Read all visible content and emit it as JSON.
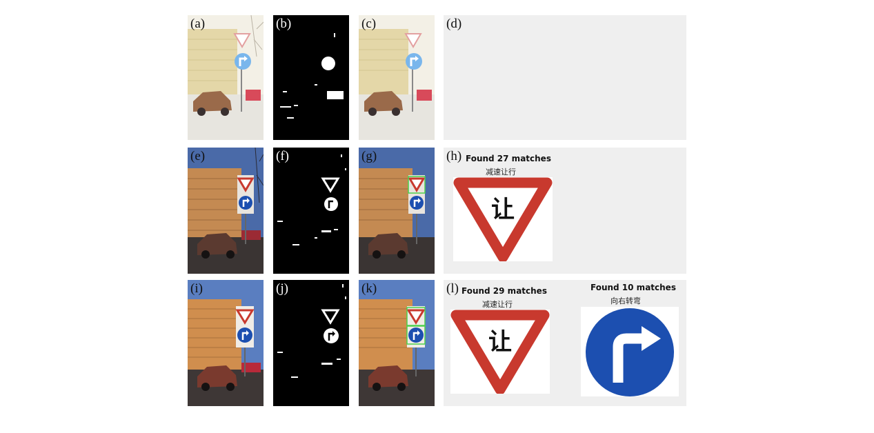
{
  "panels": {
    "a": {
      "label": "(a)"
    },
    "b": {
      "label": "(b)"
    },
    "c": {
      "label": "(c)"
    },
    "d": {
      "label": "(d)"
    },
    "e": {
      "label": "(e)"
    },
    "f": {
      "label": "(f)"
    },
    "g": {
      "label": "(g)"
    },
    "h": {
      "label": "(h)",
      "found": "Found 27 matches",
      "sign_name": "减速让行",
      "sign_char": "让"
    },
    "i": {
      "label": "(i)"
    },
    "j": {
      "label": "(j)"
    },
    "k": {
      "label": "(k)"
    },
    "l": {
      "label": "(l)",
      "found": "Found 29 matches",
      "sign_name": "减速让行",
      "sign_char": "让",
      "found2": "Found 10 matches",
      "sign_name2": "向右转弯"
    }
  },
  "colors": {
    "yield_red": "#c8392e",
    "sign_blue": "#1c4fb0",
    "panel_bg": "#efefef"
  },
  "icons": [
    "yield-sign-icon",
    "turn-right-sign-icon"
  ]
}
